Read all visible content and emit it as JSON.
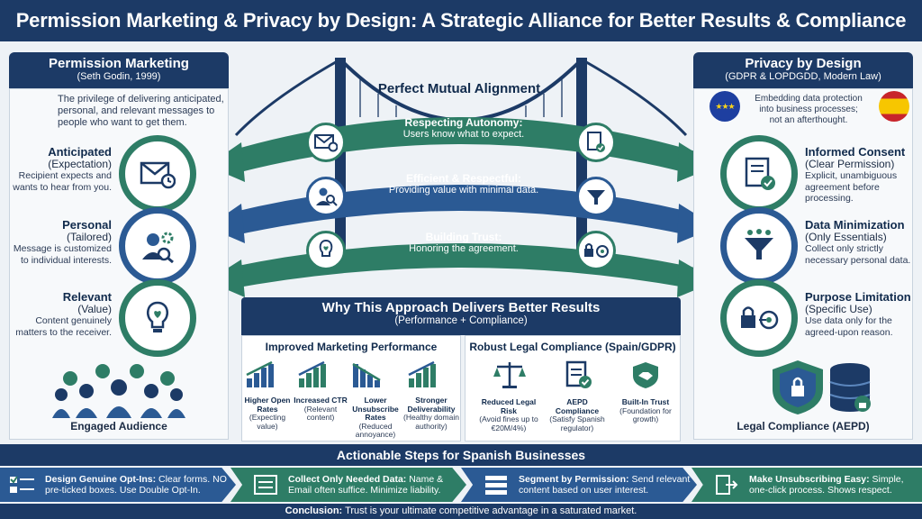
{
  "title": "Permission Marketing & Privacy by Design: A Strategic Alliance for Better Results & Compliance",
  "left": {
    "title": "Permission Marketing",
    "subtitle": "(Seth Godin, 1999)",
    "intro": "The privilege of delivering anticipated, personal, and relevant messages to people who want to get them.",
    "items": [
      {
        "title": "Anticipated",
        "sub": "(Expectation)",
        "desc": "Recipient expects and wants to hear from you."
      },
      {
        "title": "Personal",
        "sub": "(Tailored)",
        "desc": "Message is customized to individual interests."
      },
      {
        "title": "Relevant",
        "sub": "(Value)",
        "desc": "Content genuinely matters to the receiver."
      }
    ],
    "footer": "Engaged Audience"
  },
  "right": {
    "title": "Privacy by Design",
    "subtitle": "(GDPR & LOPDGDD, Modern Law)",
    "intro": "Embedding data protection into business processes; not an afterthought.",
    "items": [
      {
        "title": "Informed Consent",
        "sub": "(Clear Permission)",
        "desc": "Explicit, unambiguous agreement before processing."
      },
      {
        "title": "Data Minimization",
        "sub": "(Only Essentials)",
        "desc": "Collect only strictly necessary personal data."
      },
      {
        "title": "Purpose Limitation",
        "sub": "(Specific Use)",
        "desc": "Use data only for the agreed-upon reason."
      }
    ],
    "footer": "Legal Compliance (AEPD)"
  },
  "center": {
    "title": "Perfect Mutual Alignment",
    "bands": [
      {
        "title": "Respecting Autonomy:",
        "text": "Users know what to expect."
      },
      {
        "title": "Efficient & Respectful:",
        "text": "Providing value with minimal data."
      },
      {
        "title": "Building Trust:",
        "text": "Honoring the agreement."
      }
    ]
  },
  "why": {
    "title": "Why This Approach Delivers Better Results",
    "subtitle": "(Performance + Compliance)",
    "marketing": {
      "title": "Improved Marketing Performance",
      "metrics": [
        {
          "title": "Higher Open Rates",
          "desc": "(Expecting value)"
        },
        {
          "title": "Increased CTR",
          "desc": "(Relevant content)"
        },
        {
          "title": "Lower Unsubscribe Rates",
          "desc": "(Reduced annoyance)"
        },
        {
          "title": "Stronger Deliverability",
          "desc": "(Healthy domain authority)"
        }
      ]
    },
    "legal": {
      "title": "Robust Legal Compliance (Spain/GDPR)",
      "metrics": [
        {
          "title": "Reduced Legal Risk",
          "desc": "(Avoid fines up to €20M/4%)"
        },
        {
          "title": "AEPD Compliance",
          "desc": "(Satisfy Spanish regulator)"
        },
        {
          "title": "Built-In Trust",
          "desc": "(Foundation for growth)"
        }
      ]
    }
  },
  "steps": {
    "title": "Actionable Steps for Spanish Businesses",
    "items": [
      {
        "title": "Design Genuine Opt-Ins:",
        "text": "Clear forms. NO pre-ticked boxes. Use Double Opt-In."
      },
      {
        "title": "Collect Only Needed Data:",
        "text": "Name & Email often suffice. Minimize liability."
      },
      {
        "title": "Segment by Permission:",
        "text": "Send relevant content based on user interest."
      },
      {
        "title": "Make Unsubscribing Easy:",
        "text": "Simple, one-click process. Shows respect."
      }
    ]
  },
  "conclusion": {
    "label": "Conclusion:",
    "text": "Trust is your ultimate competitive advantage in a saturated market."
  },
  "colors": {
    "navy": "#1c3a66",
    "green": "#2e7d66",
    "blue": "#2b5a94"
  }
}
